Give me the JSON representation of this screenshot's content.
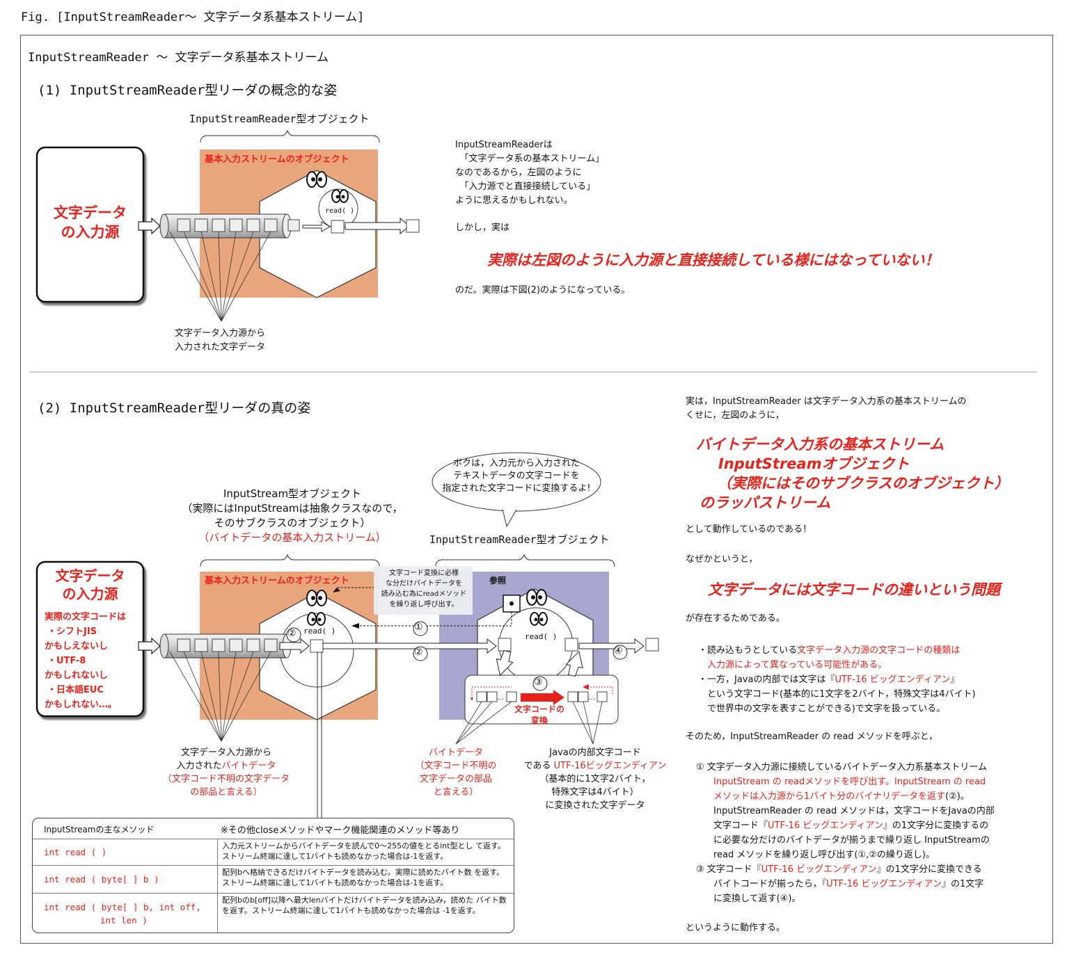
{
  "fig_title": "Fig. [InputStreamReader～ 文字データ系基本ストリーム]",
  "header_title": "InputStreamReader ～ 文字データ系基本ストリーム",
  "section1": {
    "heading": "(1) InputStreamReader型リーダの概念的な姿",
    "object_label": "InputStreamReader型オブジェクト",
    "source_label_1": "文字データ",
    "source_label_2": "の入力源",
    "box_label": "基本入力ストリームのオブジェクト",
    "read_label": "read( )",
    "bottom_label_1": "文字データ入力源から",
    "bottom_label_2": "入力された文字データ",
    "text_lines": [
      "InputStreamReaderは",
      "　「文字データ系の基本ストリーム」",
      "なのであるから，左図のように",
      "　「入力源でと直接接続している」",
      "ように思えるかもしれない。",
      "しかし，実は"
    ],
    "emphasis": "実際は左図のように入力源と直接接続している様にはなっていない！",
    "closing": "のだ。実際は下図(2)のようになっている。"
  },
  "section2": {
    "heading": "(2) InputStreamReader型リーダの真の姿",
    "inputstream_label": [
      "InputStream型オブジェクト",
      "（実際にはInputStreamは抽象クラスなので，",
      "そのサブクラスのオブジェクト）"
    ],
    "inputstream_label_red": "（バイトデータの基本入力ストリーム）",
    "isr_label": "InputStreamReader型オブジェクト",
    "bubble": [
      "ボクは，入力元から入力された",
      "テキストデータの文字コードを",
      "指定された文字コードに変換するよ!"
    ],
    "box_label": "基本入力ストリームのオブジェクト",
    "note": [
      "文字コード変換に必様",
      "な分だけバイトデータを",
      "読み込む為にreadメソッド",
      "を繰り返し呼び出す。"
    ],
    "ref_label": "参照",
    "read_label": "read( )",
    "read_label_2": "read( )",
    "source_title_1": "文字データ",
    "source_title_2": "の入力源",
    "source_lines": [
      "実際の文字コードは",
      "・シフトJIS",
      "かもしえないし",
      "・UTF-8",
      "かもしれないし",
      "・日本語EUC",
      "かもしれない…。"
    ],
    "convert_label_1": "文字コードの",
    "convert_label_2": "変換",
    "num1": "①",
    "num2": "②",
    "num3": "③",
    "num4": "④",
    "left_bottom_1": "文字データ入力源から",
    "left_bottom_2a": "入力された",
    "left_bottom_2b": "バイトデータ",
    "left_bottom_3": "（文字コード不明の文字データ",
    "left_bottom_4": "の部品と言える）",
    "mid_bottom": [
      "バイトデータ",
      "（文字コード不明の",
      "文字データの部品",
      "と言える）"
    ],
    "right_bottom_1": "Javaの内部文字コード",
    "right_bottom_2a": "である ",
    "right_bottom_2b": "UTF-16ビッグエンディアン",
    "right_bottom_3": "（基本的に1文字2バイト，",
    "right_bottom_4": "特殊文字は4バイト）",
    "right_bottom_5": "に変換された文字データ"
  },
  "methods": {
    "header_left": "InputStreamの主なメソッド",
    "header_right": "※その他closeメソッドやマーク機能関連のメソッド等あり",
    "rows": [
      {
        "sig": "int read ( )",
        "desc": "入力元ストリームからバイトデータを読んで0～255の値をとるint型とし て返す。ストリーム終端に達して1バイトも読めなかった場合は-1を返す。"
      },
      {
        "sig": "int read ( byte[ ] b )",
        "desc": "配列bへ格納できるだけバイトデータを読み込む。実際に読めたバイト数 を返す。ストリーム終端に達して1バイトも読めなかった場合は-1を返す。"
      },
      {
        "sig": "int read ( byte[ ] b, int off,",
        "sig2": "int len )",
        "desc": "配列bのb[off]以降へ最大lenバイトだけバイトデータを読み込み，読めた バイト数を返す。ストリーム終端に達して1バイトも読めなかった場合は -1を返す。"
      }
    ]
  },
  "right": {
    "p1_a": "実は，InputStreamReader は文字データ入力系の基本ストリームの",
    "p1_b": "くせに，左図のように，",
    "big": [
      "バイトデータ入力系の基本ストリーム",
      "InputStreamオブジェクト",
      "（実際にはそのサブクラスのオブジェクト）",
      "のラッパストリーム"
    ],
    "p2": "として動作しているのである！",
    "p3": "なぜかというと，",
    "big2": "文字データには文字コードの違いという問題",
    "p4": "が存在するためである。",
    "b1_a": "・読み込もうとしている",
    "b1_b": "文字データ入力源の文字コードの種類は",
    "b1_c": "入力源によって異なっている可能性がある。",
    "b2_a": "・一方，Javaの内部では文字は『",
    "b2_b": "UTF-16 ビッグエンディアン",
    "b2_c": "』",
    "b2_d": "という文字コード(基本的に1文字を2バイト，特殊文字は4バイト)",
    "b2_e": "で世界中の文字を表すことができる)で文字を扱っている。",
    "p5": "そのため，InputStreamReader の read メソッドを呼ぶと，",
    "s1_a": "① 文字データ入力源に接続しているバイトデータ入力系基本ストリーム",
    "s1_b": "InputStream の readメソッドを呼び出す。InputStream の read",
    "s1_c": "メソッドは入力源から1バイト分のバイナリデータを返す",
    "s1_c2": "(②)。",
    "s1_d": "InputStreamReader の read メソッドは，文字コードをJavaの内部",
    "s1_e1": "文字コード『",
    "s1_e2": "UTF-16 ビッグエンディアン",
    "s1_e3": "』の1文字分に変換するの",
    "s1_f": "に必要な分だけのバイトデータが揃うまで繰り返し InputStreamの",
    "s1_g": "read メソッドを繰り返し呼び出す(①,②の繰り返し)。",
    "s3_a1": "③ 文字コード『",
    "s3_a2": "UTF-16 ビッグエンディアン",
    "s3_a3": "』の1文字分に変換できる",
    "s3_b1": "バイトコードが揃ったら，『",
    "s3_b2": "UTF-16 ビッグエンディアン",
    "s3_b3": "』の1文字",
    "s3_c": "に変換して返す(④)。",
    "end": "というように動作する。"
  },
  "colors": {
    "orange": "#e9a57c",
    "lavender": "#a6a6cf",
    "red": "#e8221b"
  }
}
